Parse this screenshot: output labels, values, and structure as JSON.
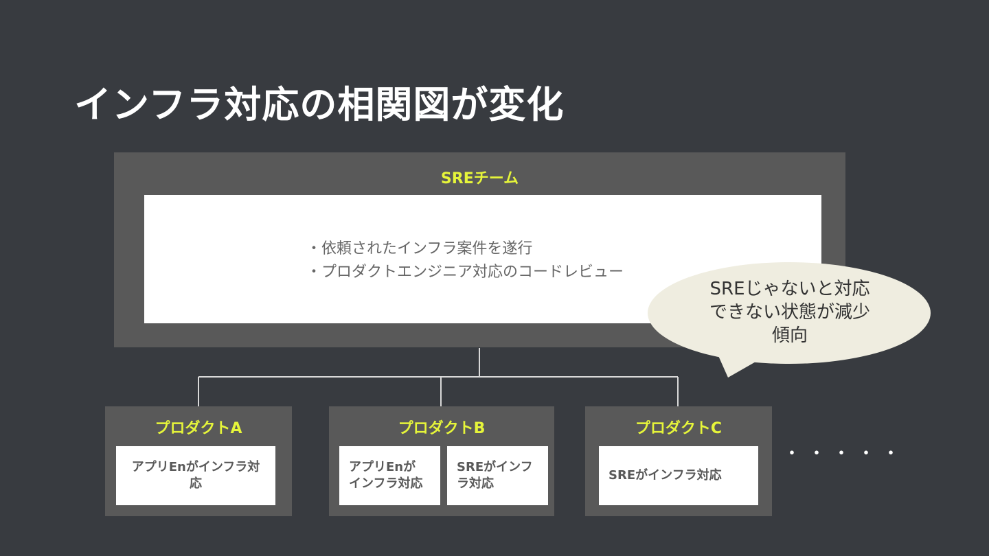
{
  "title": "インフラ対応の相関図が変化",
  "sre_team": {
    "label": "SREチーム",
    "items": [
      "・依頼されたインフラ案件を遂行",
      "・プロダクトエンジニア対応のコードレビュー"
    ]
  },
  "bubble": {
    "lines": [
      "SREじゃないと対応",
      "できない状態が減少",
      "傾向"
    ]
  },
  "products": [
    {
      "label": "プロダクトA",
      "cards": [
        [
          "アプリEnがインフラ対",
          "応"
        ]
      ]
    },
    {
      "label": "プロダクトB",
      "cards": [
        [
          "アプリEnが",
          "インフラ対応"
        ],
        [
          "SREがインフ",
          "ラ対応"
        ]
      ]
    },
    {
      "label": "プロダクトC",
      "cards": [
        [
          "SREがインフラ対応"
        ]
      ]
    }
  ],
  "more": "・・・・・",
  "colors": {
    "background": "#383b40",
    "panel": "#595959",
    "accent": "#e6f53a",
    "bubble": "#efede0"
  }
}
